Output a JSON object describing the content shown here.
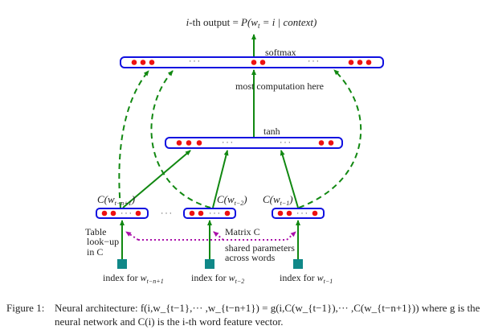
{
  "figure": {
    "output_label_prefix": "i",
    "output_label_mid": "-th output = ",
    "output_label_formula": "P(w",
    "output_label_sub": "t",
    "output_label_rest": " = i | context)",
    "softmax_label": "softmax",
    "computation_label": "most  computation here",
    "tanh_label": "tanh",
    "ellipsis": "· · ·",
    "input_labels": [
      {
        "prefix": "C(w",
        "sub": "t−n+1",
        "suffix": ")"
      },
      {
        "prefix": "C(w",
        "sub": "t−2",
        "suffix": ")"
      },
      {
        "prefix": "C(w",
        "sub": "t−1",
        "suffix": ")"
      }
    ],
    "index_labels": [
      {
        "prefix": "index for ",
        "var": "w",
        "sub": "t−n+1"
      },
      {
        "prefix": "index for ",
        "var": "w",
        "sub": "t−2"
      },
      {
        "prefix": "index for ",
        "var": "w",
        "sub": "t−1"
      }
    ],
    "table_lookup": [
      "Table",
      "look−up",
      "in C"
    ],
    "matrix_label": "Matrix C",
    "shared_params": [
      "shared parameters",
      "across words"
    ],
    "colors": {
      "box_border": "#1010e0",
      "unit_fill": "#ee1111",
      "arrow": "#118811",
      "dotted": "#aa10aa",
      "index_square": "#108888"
    }
  },
  "caption": {
    "label": "Figure 1:",
    "line1": "Neural architecture: f(i,w_{t−1},··· ,w_{t−n+1}) = g(i,C(w_{t−1}),··· ,C(w_{t−n+1})) where g is the",
    "line2": "neural network and C(i) is the i-th word feature vector."
  }
}
